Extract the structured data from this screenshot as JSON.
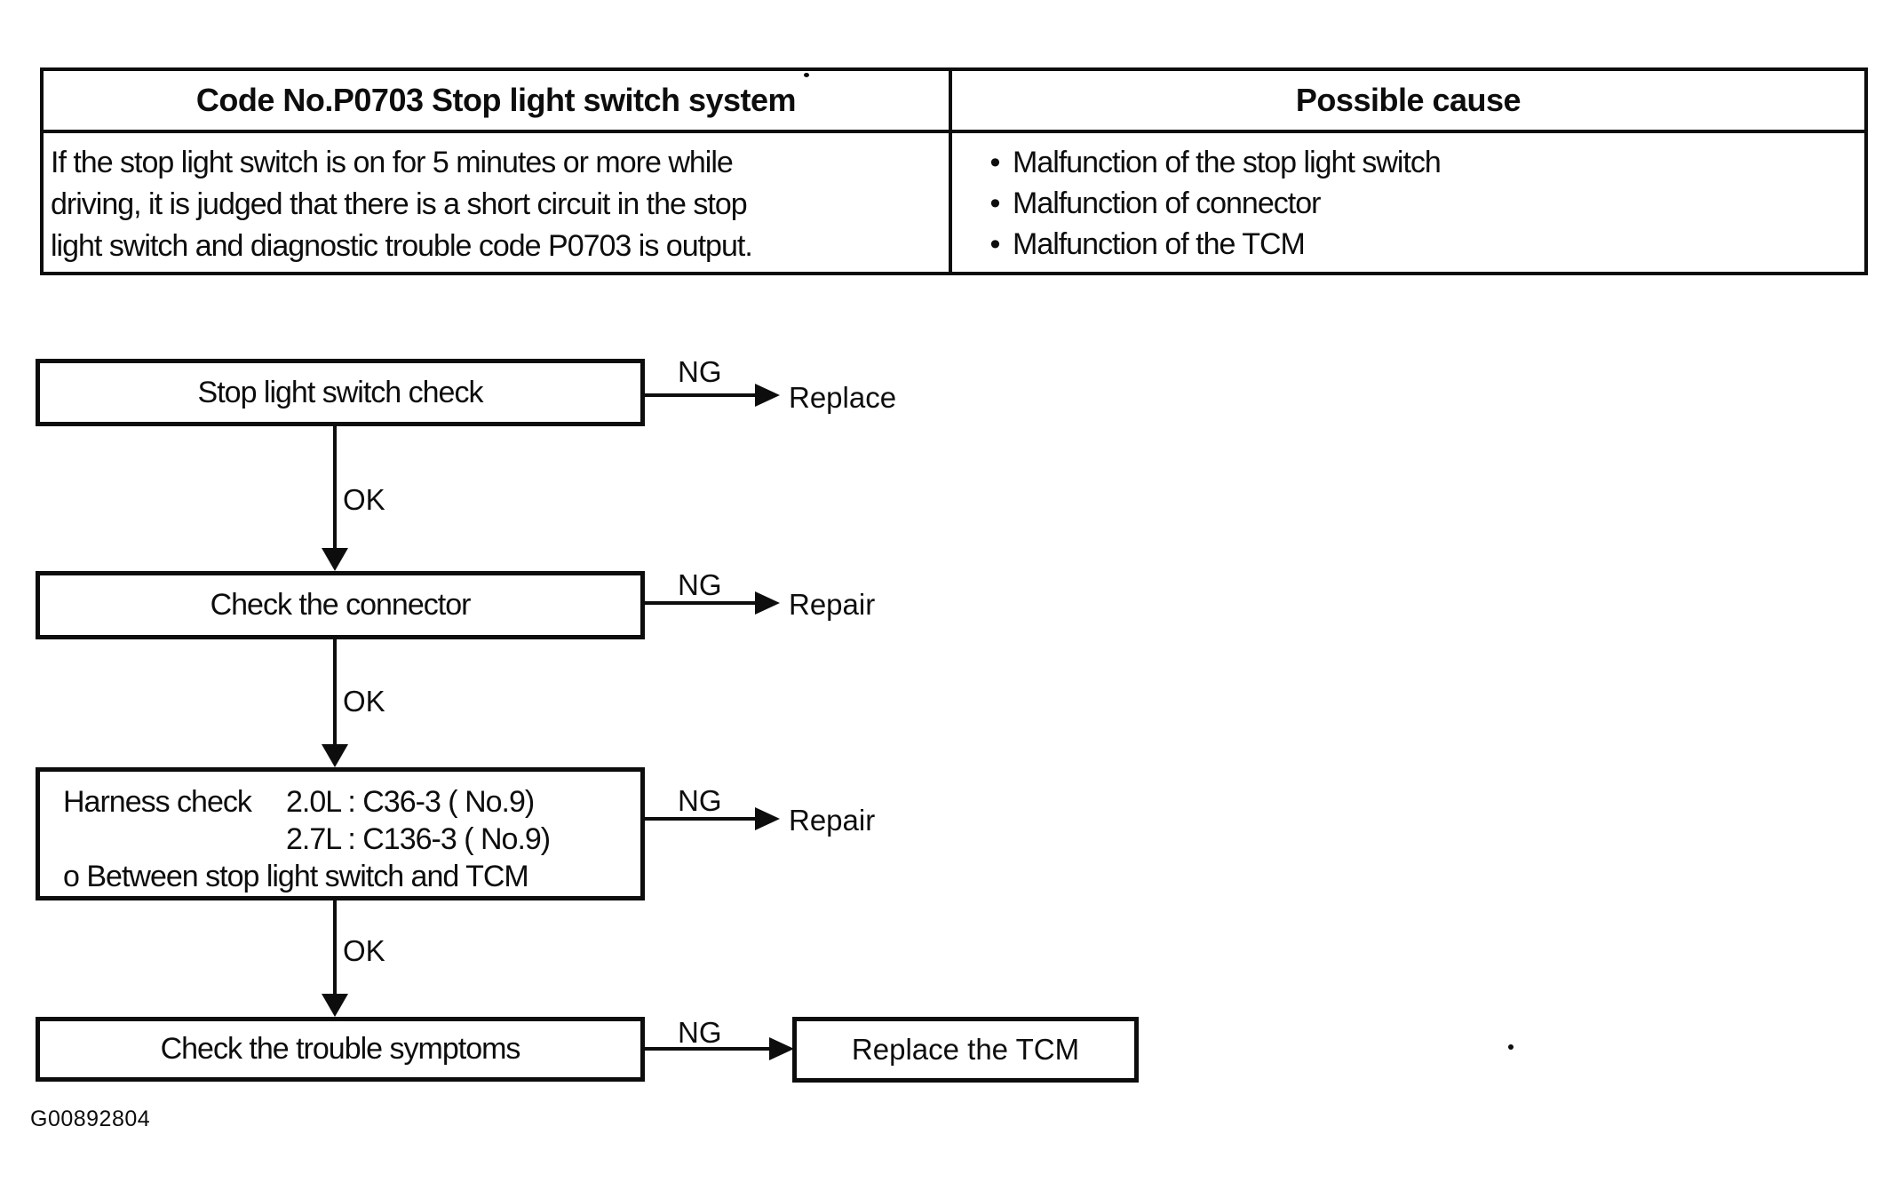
{
  "colors": {
    "ink": "#0d0d0d",
    "paper": "#ffffff"
  },
  "dtc_table": {
    "code_header": "Code No.P0703 Stop light switch system",
    "cause_header": "Possible cause",
    "description_lines": [
      "If the stop light switch is on for 5 minutes or more while",
      "driving, it is judged that there is a short circuit in the stop",
      "light switch and diagnostic trouble code P0703 is output."
    ],
    "bullet": "•",
    "causes": [
      "Malfunction of the stop light switch",
      "Malfunction of connector",
      "Malfunction of the TCM"
    ]
  },
  "flowchart": {
    "ok": "OK",
    "ng": "NG",
    "steps": {
      "step1": "Stop light switch check",
      "step2": "Check the connector",
      "step3_label": "Harness check",
      "step3_value1": "2.0L : C36-3 ( No.9)",
      "step3_value2": "2.7L : C136-3 ( No.9)",
      "step3_note": "o Between stop light switch and TCM",
      "step4": "Check the trouble symptoms"
    },
    "results": {
      "step1_ng": "Replace",
      "step2_ng": "Repair",
      "step3_ng": "Repair",
      "step4_ng": "Replace the TCM"
    }
  },
  "figure_id": "G00892804"
}
